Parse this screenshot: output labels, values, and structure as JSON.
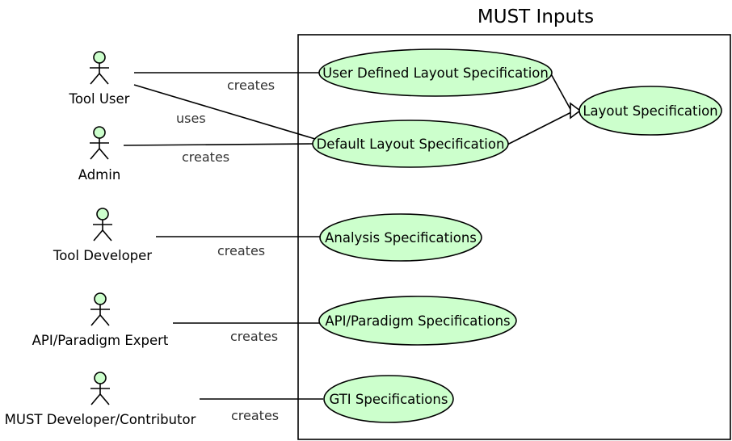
{
  "title": "MUST Inputs",
  "colors": {
    "use_case_fill": "#ccffcc",
    "actor_head_fill": "#ccffcc",
    "stroke": "#000000",
    "background": "#ffffff"
  },
  "actors": [
    {
      "name": "Tool User"
    },
    {
      "name": "Admin"
    },
    {
      "name": "Tool Developer"
    },
    {
      "name": "API/Paradigm Expert"
    },
    {
      "name": "MUST Developer/Contributor"
    }
  ],
  "use_cases": [
    {
      "label": "User Defined Layout Specification"
    },
    {
      "label": "Default Layout Specification"
    },
    {
      "label": "Layout Specification"
    },
    {
      "label": "Analysis Specifications"
    },
    {
      "label": "API/Paradigm Specifications"
    },
    {
      "label": "GTI Specifications"
    }
  ],
  "relations": [
    {
      "from": "Tool User",
      "to": "User Defined Layout Specification",
      "label": "creates"
    },
    {
      "from": "Tool User",
      "to": "Default Layout Specification",
      "label": "uses"
    },
    {
      "from": "Admin",
      "to": "Default Layout Specification",
      "label": "creates"
    },
    {
      "from": "Tool Developer",
      "to": "Analysis Specifications",
      "label": "creates"
    },
    {
      "from": "API/Paradigm Expert",
      "to": "API/Paradigm Specifications",
      "label": "creates"
    },
    {
      "from": "MUST Developer/Contributor",
      "to": "GTI Specifications",
      "label": "creates"
    },
    {
      "from": "User Defined Layout Specification",
      "to": "Layout Specification",
      "label": ""
    },
    {
      "from": "Default Layout Specification",
      "to": "Layout Specification",
      "label": ""
    }
  ]
}
